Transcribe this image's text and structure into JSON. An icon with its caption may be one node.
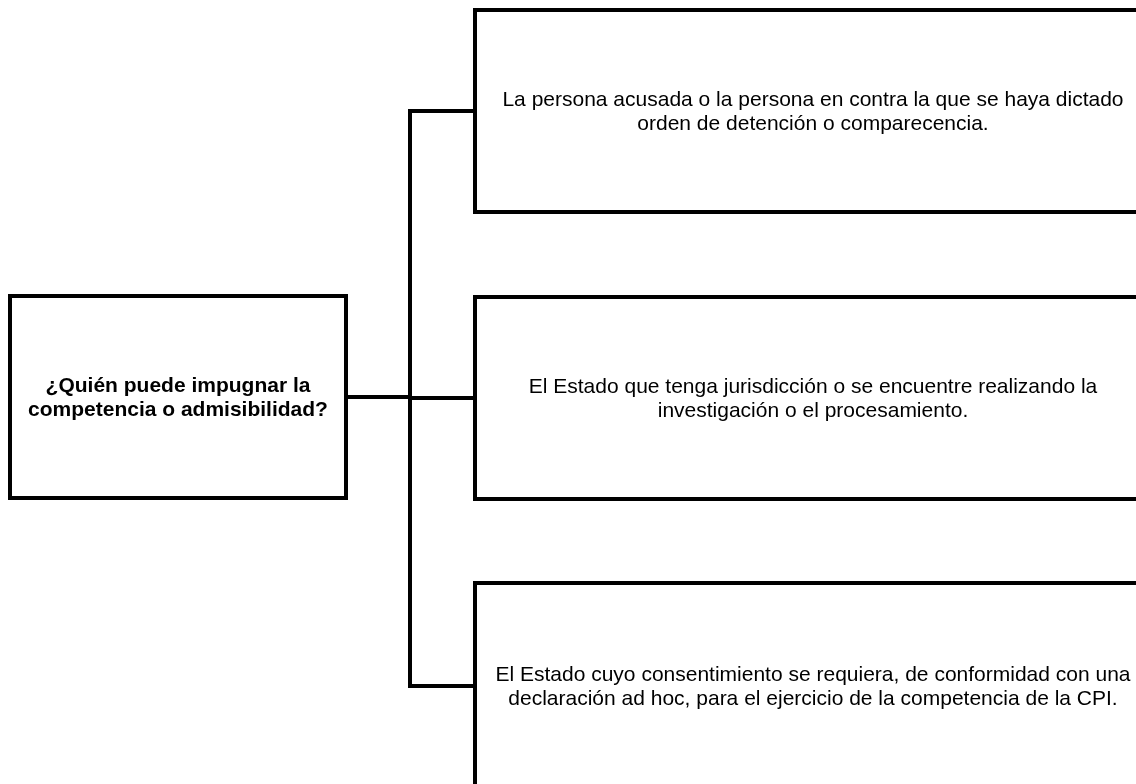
{
  "diagram": {
    "nodes": [
      {
        "text": [
          "¿Quién puede impugnar la competencia o admisibilidad?"
        ]
      },
      {
        "text": [
          "La persona acusada o la persona en contra la que se haya dictado orden de detención o comparecencia."
        ]
      },
      {
        "text": [
          "El Estado que tenga jurisdicción o se encuentre realizando la investigación o el procesamiento."
        ]
      },
      {
        "text": [
          "El Estado cuyo consentimiento se requiera, de conformidad con una declaración ad hoc, para el ejercicio de la competencia de la CPI."
        ]
      }
    ],
    "edges": [
      {
        "from": 0,
        "to": 1,
        "arrow": "none"
      },
      {
        "from": 0,
        "to": 2,
        "arrow": "none"
      },
      {
        "from": 0,
        "to": 3,
        "arrow": "none"
      }
    ]
  }
}
